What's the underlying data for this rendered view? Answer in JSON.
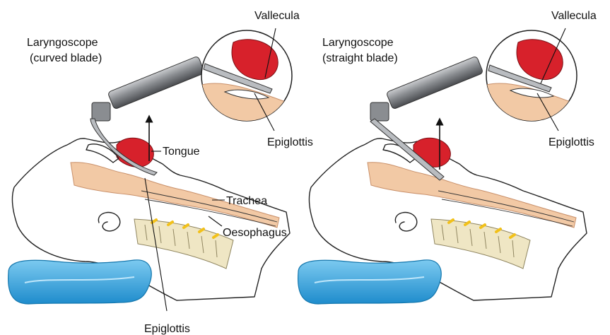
{
  "colors": {
    "tissue": "#f2c9a5",
    "tissue_dark": "#e0a982",
    "tongue": "#d7212b",
    "spine": "#efe6c4",
    "spine_accent": "#f2c11a",
    "pillow": "#2aa2e0",
    "pillow_light": "#7ccaf0",
    "metal": "#8a8d91",
    "metal_dark": "#4a4c50"
  },
  "left_panel": {
    "laryngoscope_line1": "Laryngoscope",
    "laryngoscope_line2": "(curved blade)",
    "vallecula": "Vallecula",
    "epiglottis_inset": "Epiglottis",
    "tongue": "Tongue",
    "trachea": "Trachea",
    "oesophagus": "Oesophagus",
    "epiglottis_bottom": "Epiglottis"
  },
  "right_panel": {
    "laryngoscope_line1": "Laryngoscope",
    "laryngoscope_line2": "(straight blade)",
    "vallecula": "Vallecula",
    "epiglottis_inset": "Epiglottis"
  }
}
